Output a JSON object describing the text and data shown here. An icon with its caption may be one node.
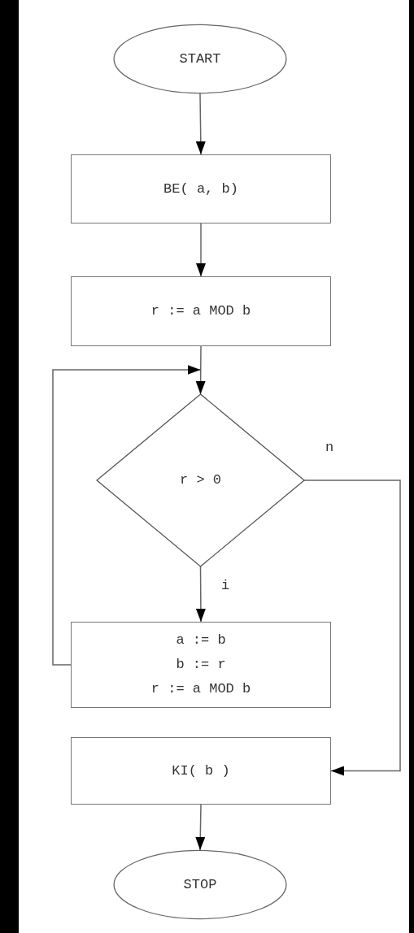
{
  "diagram": {
    "nodes": [
      {
        "text": [
          "START"
        ]
      },
      {
        "text": [
          "BE( a, b)"
        ]
      },
      {
        "text": [
          "r := a MOD b"
        ]
      },
      {
        "text": [
          "r > 0"
        ]
      },
      {
        "text": [
          "a := b",
          "b := r",
          "r := a MOD b"
        ]
      },
      {
        "text": [
          "KI( b )"
        ]
      },
      {
        "text": [
          "STOP"
        ]
      }
    ],
    "edges": [
      {
        "from": 0,
        "to": 1,
        "arrow": "to"
      },
      {
        "from": 1,
        "to": 2,
        "arrow": "to"
      },
      {
        "from": 2,
        "to": 3,
        "arrow": "to"
      },
      {
        "from": 3,
        "to": 4,
        "arrow": "to",
        "label": "i"
      },
      {
        "from": 4,
        "to": 3,
        "arrow": "to"
      },
      {
        "from": 3,
        "to": 5,
        "arrow": "to",
        "label": "n"
      },
      {
        "from": 5,
        "to": 6,
        "arrow": "to"
      }
    ]
  }
}
